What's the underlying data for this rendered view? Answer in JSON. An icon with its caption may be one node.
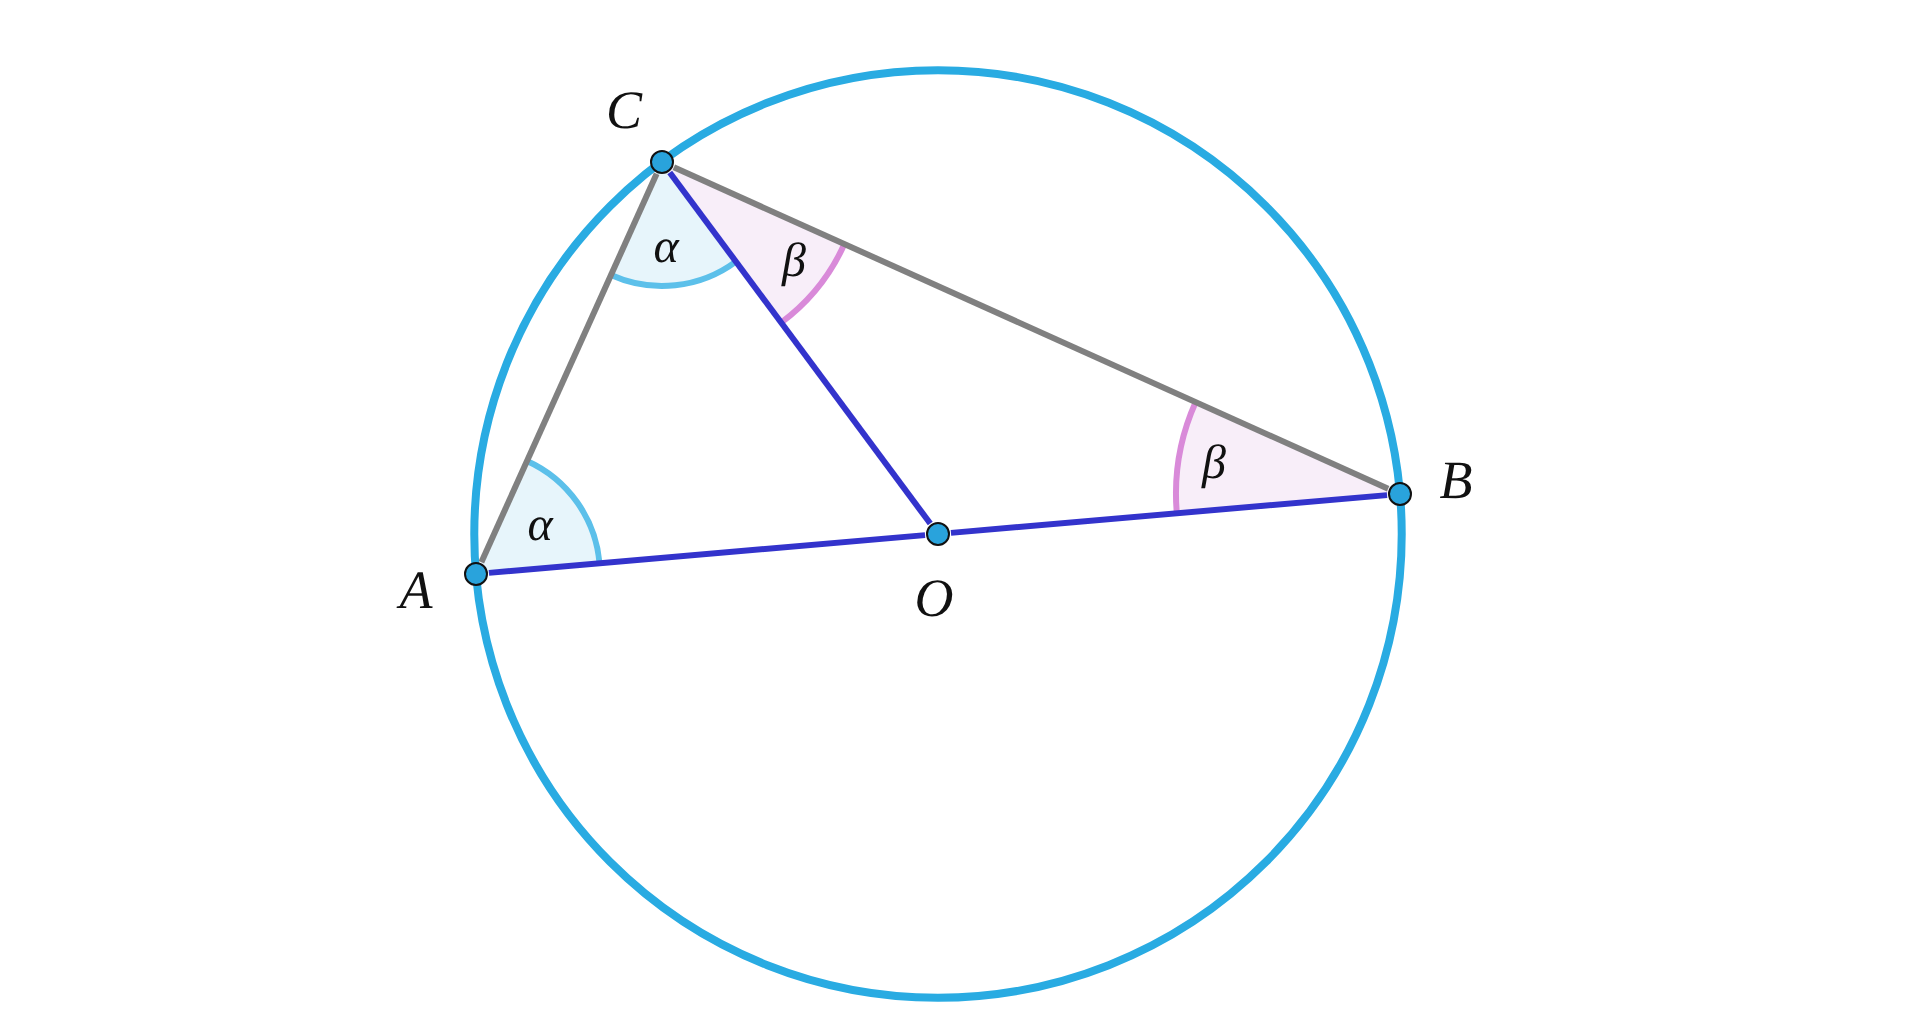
{
  "diagram": {
    "nodes": [
      {
        "text": [
          "C"
        ]
      },
      {
        "text": [
          "B"
        ]
      },
      {
        "text": [
          "A"
        ]
      },
      {
        "text": [
          "O"
        ]
      }
    ],
    "edges": [
      {
        "from": 0,
        "to": 2,
        "arrow": "none",
        "color": "#808080"
      },
      {
        "from": 0,
        "to": 1,
        "arrow": "none",
        "color": "#808080"
      },
      {
        "from": 0,
        "to": 3,
        "arrow": "none"
      },
      {
        "from": 2,
        "to": 3,
        "arrow": "none"
      },
      {
        "from": 3,
        "to": 1,
        "arrow": "none"
      }
    ],
    "labels": [
      "α",
      "β",
      "β",
      "α"
    ]
  }
}
